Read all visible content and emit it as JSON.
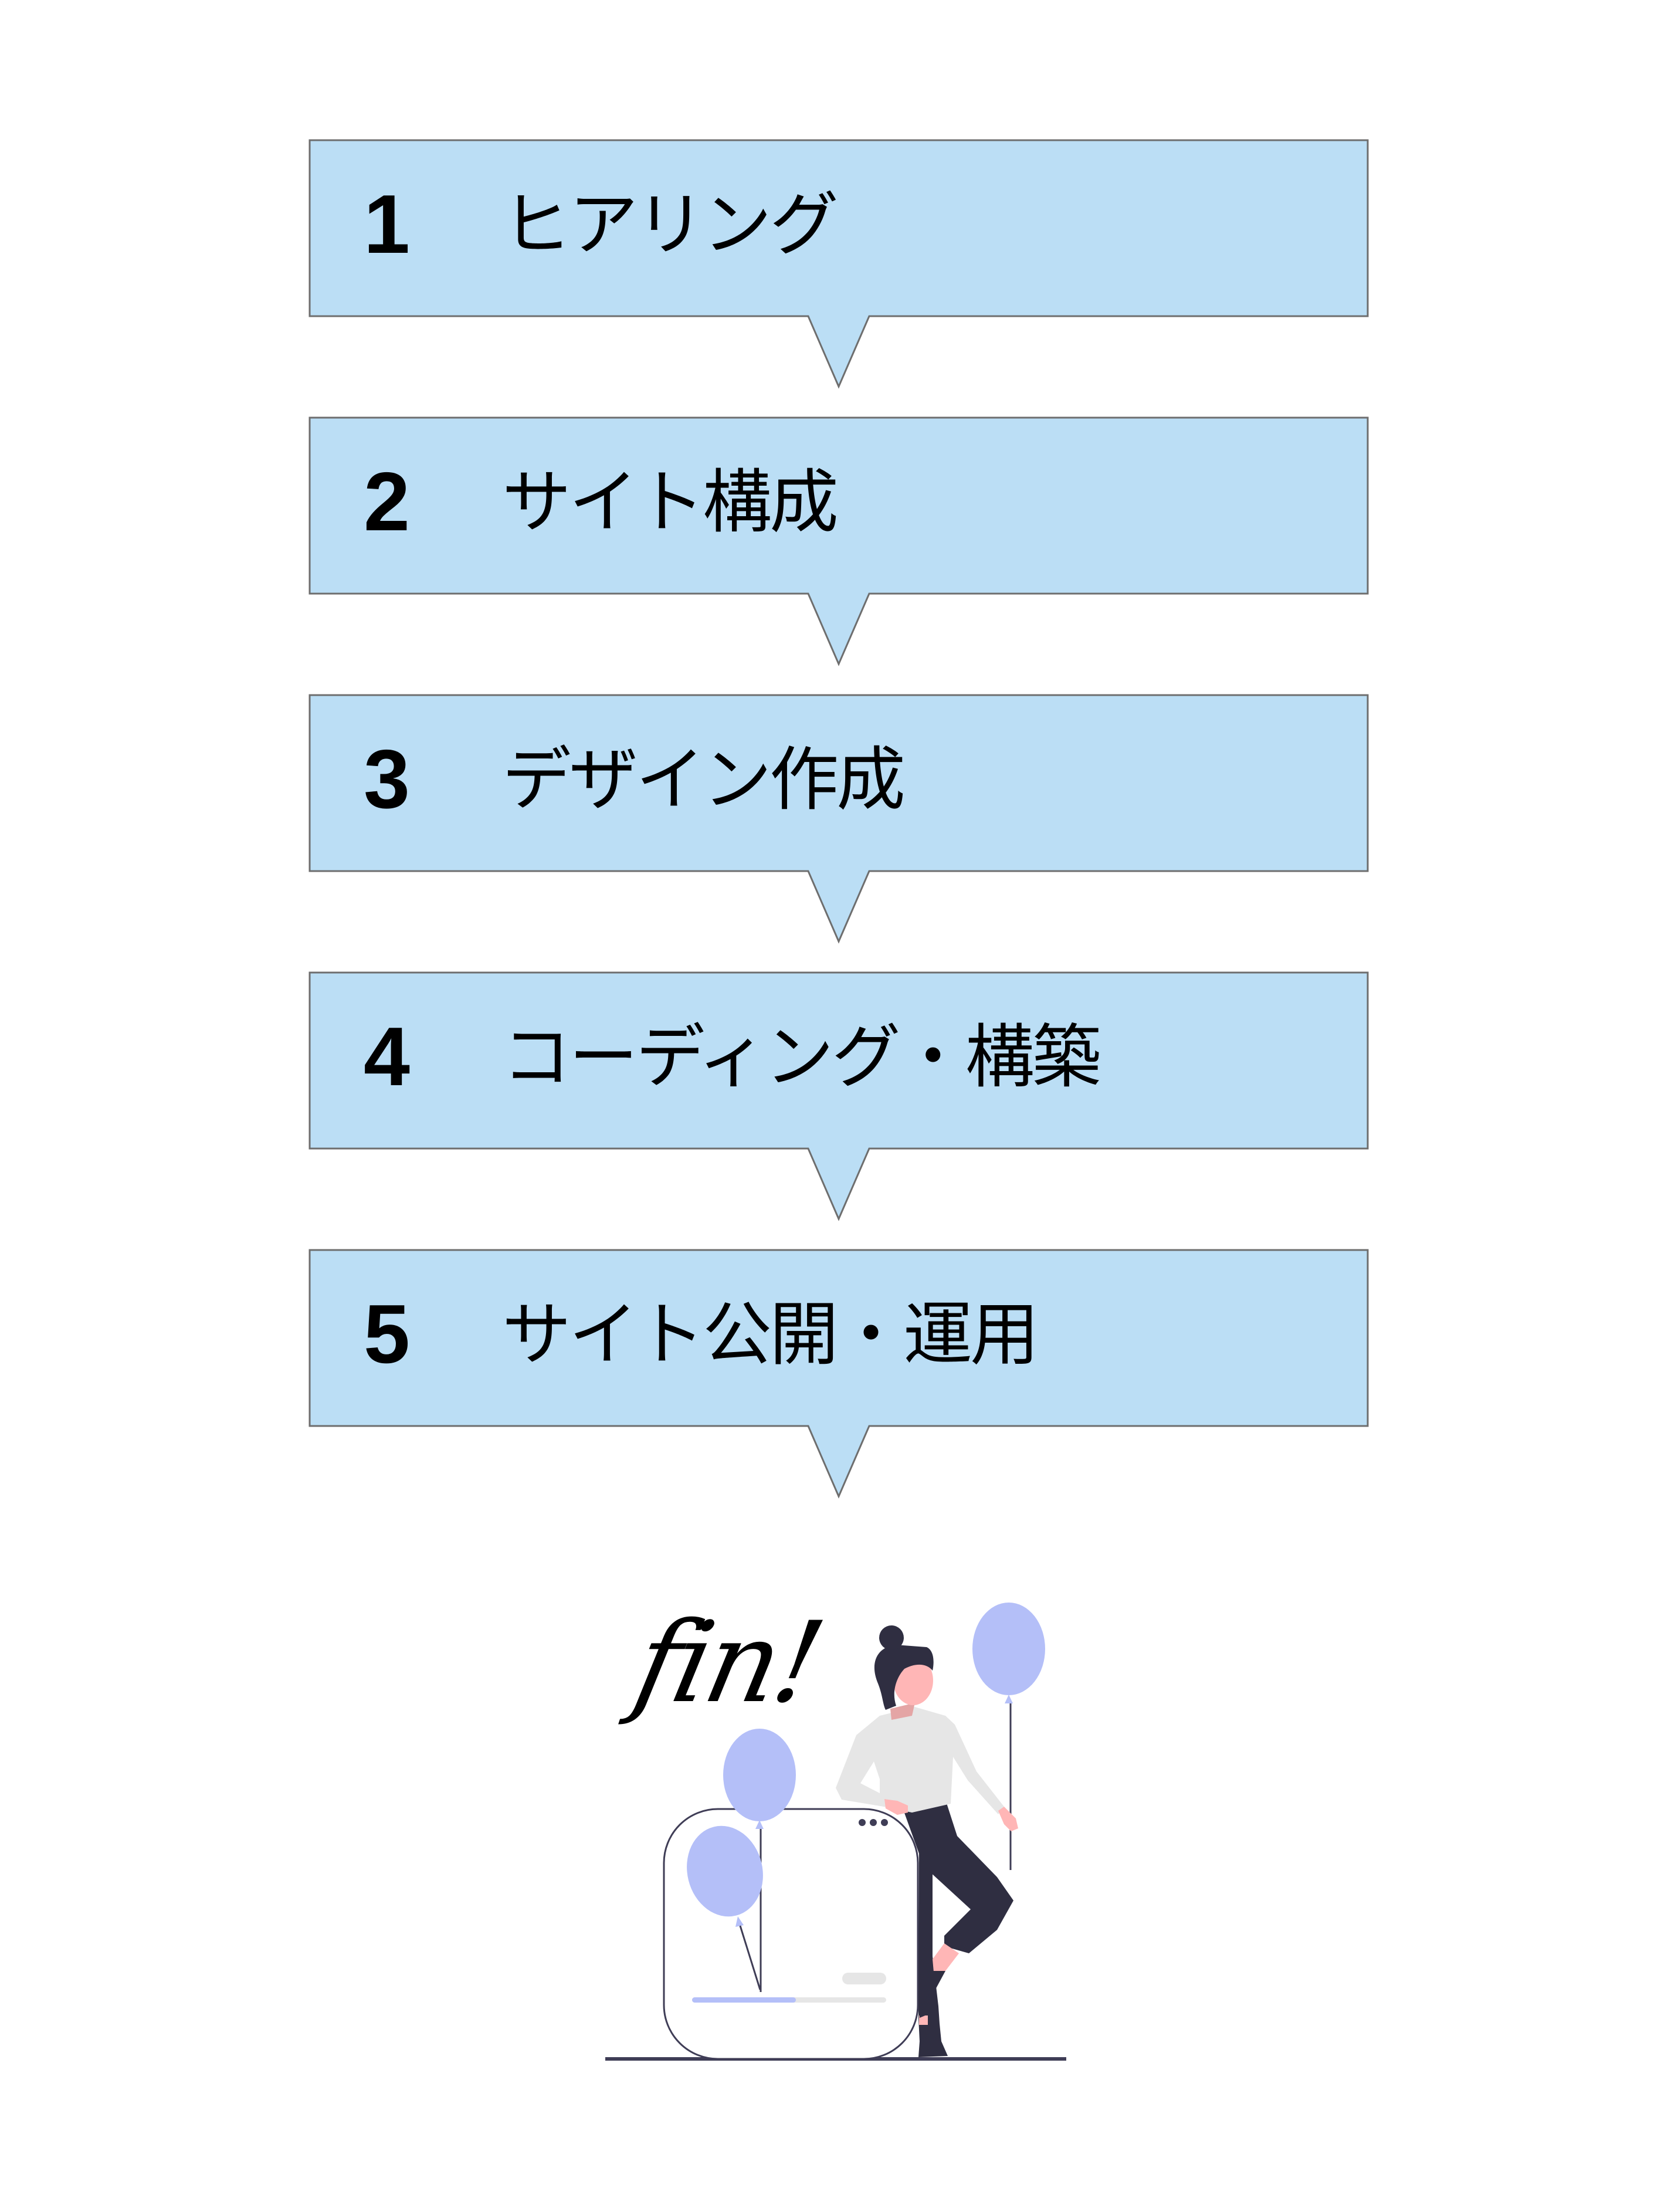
{
  "colors": {
    "box_fill": "#BBDEF5",
    "box_border": "#6E6E6E",
    "text": "#000000",
    "balloon": "#B4BFF8",
    "dark": "#2F2E41",
    "skin": "#FFB6B6",
    "shirt": "#E6E6E6",
    "ground": "#3F3D56"
  },
  "steps": [
    {
      "number": "1",
      "label": "ヒアリング"
    },
    {
      "number": "2",
      "label": "サイト構成"
    },
    {
      "number": "3",
      "label": "デザイン作成"
    },
    {
      "number": "4",
      "label": "コーディング・構築"
    },
    {
      "number": "5",
      "label": "サイト公開・運用"
    }
  ],
  "illustration": {
    "caption": "fin!",
    "progress_percent": 53,
    "description": "woman leaning on a window card holding balloons"
  }
}
